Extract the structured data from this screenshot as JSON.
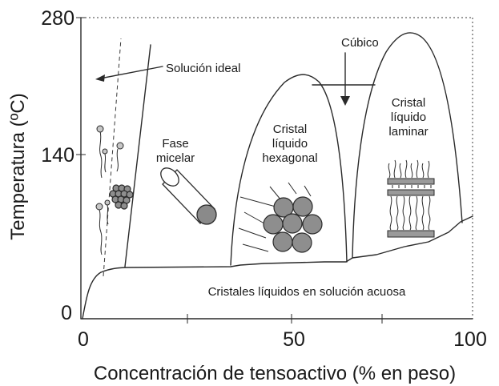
{
  "axes": {
    "y_title": "Temperatura (ºC)",
    "y_ticks": [
      "280",
      "140",
      "0"
    ],
    "x_title": "Concentración de tensoactivo (% en peso)",
    "x_ticks": [
      "0",
      "50",
      "100"
    ]
  },
  "labels": {
    "ideal_solution": "Solución ideal",
    "cubic": "Cúbico",
    "micellar": [
      "Fase",
      "micelar"
    ],
    "hexagonal": [
      "Cristal",
      "líquido",
      "hexagonal"
    ],
    "lamellar": [
      "Cristal",
      "líquido",
      "laminar"
    ],
    "bottom": "Cristales líquidos en solución acuosa"
  }
}
